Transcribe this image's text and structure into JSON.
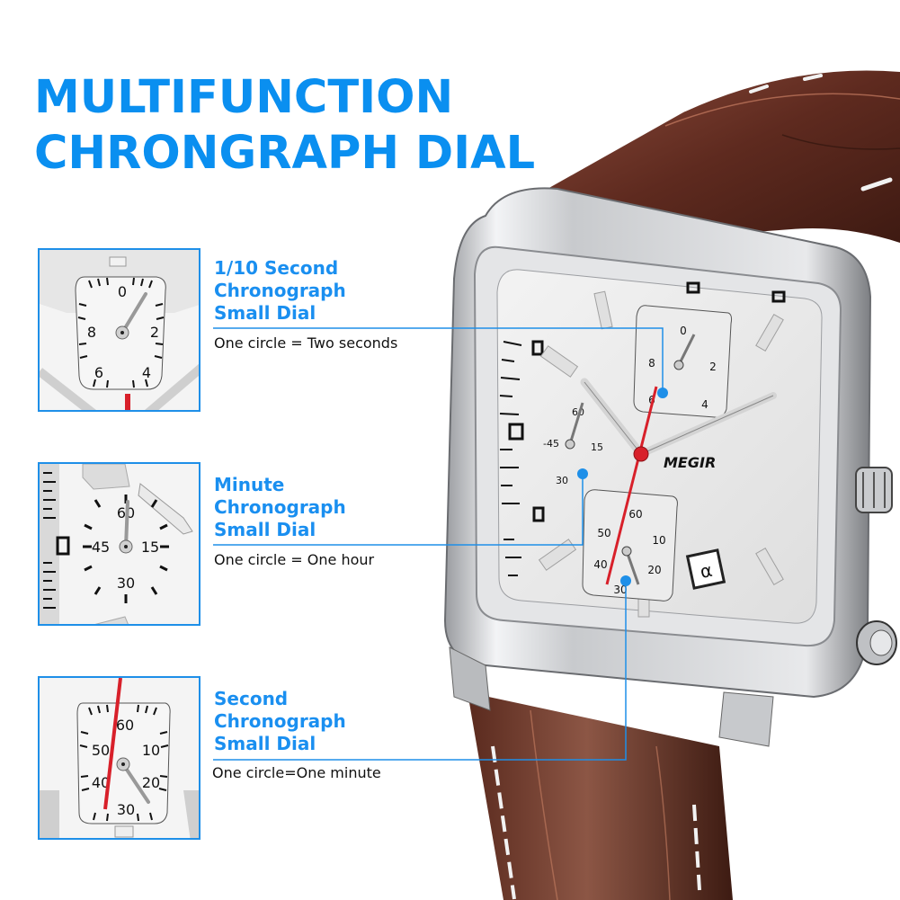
{
  "headline": {
    "line1": "MULTIFUNCTION",
    "line2": "CHRONGRAPH DIAL"
  },
  "accent_color": "#0a8ff0",
  "features": [
    {
      "title_lines": [
        "1/10 Second",
        "Chronograph",
        "Small Dial"
      ],
      "description": "One circle = Two seconds",
      "dial_numerals": [
        "0",
        "2",
        "4",
        "6",
        "8"
      ]
    },
    {
      "title_lines": [
        "Minute",
        "Chronograph",
        "Small Dial"
      ],
      "description": "One circle = One hour",
      "dial_numerals": [
        "60",
        "15",
        "30",
        "45"
      ]
    },
    {
      "title_lines": [
        "Second",
        "Chronograph",
        "Small Dial"
      ],
      "description": "One circle=One minute",
      "dial_numerals": [
        "60",
        "10",
        "20",
        "30",
        "40",
        "50"
      ]
    }
  ],
  "watch": {
    "brand": "MEGIR",
    "date_window": "α",
    "strap_color": "#6b3224",
    "case_color": "#d9dadc",
    "hand_accent_color": "#d8202a"
  }
}
